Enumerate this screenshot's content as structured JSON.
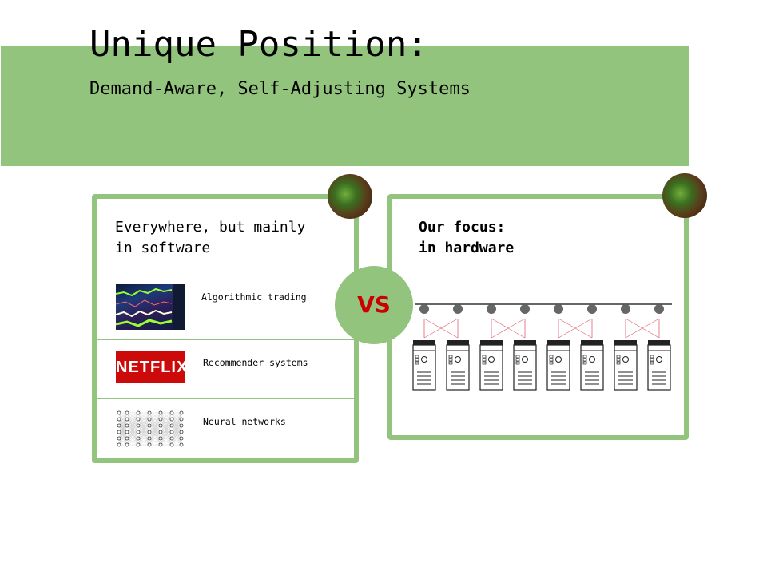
{
  "header": {
    "title": "Unique Position:",
    "subtitle": "Demand-Aware, Self-Adjusting Systems"
  },
  "left_card": {
    "heading": "Everywhere, but mainly\nin software",
    "items": [
      {
        "label": "Algorithmic trading",
        "image": "stock-chart-image"
      },
      {
        "label": "Recommender systems",
        "image": "netflix-logo",
        "logo_text": "NETFLIX"
      },
      {
        "label": "Neural networks",
        "image": "neural-network-image"
      }
    ]
  },
  "vs_label": "VS",
  "right_card": {
    "heading": "Our focus:\nin hardware",
    "diagram": {
      "servers": 8,
      "switches": 8
    }
  },
  "colors": {
    "accent": "#93c47d",
    "vs_text": "#cc0000",
    "netflix": "#cc0a0a",
    "links": "#e06070"
  }
}
